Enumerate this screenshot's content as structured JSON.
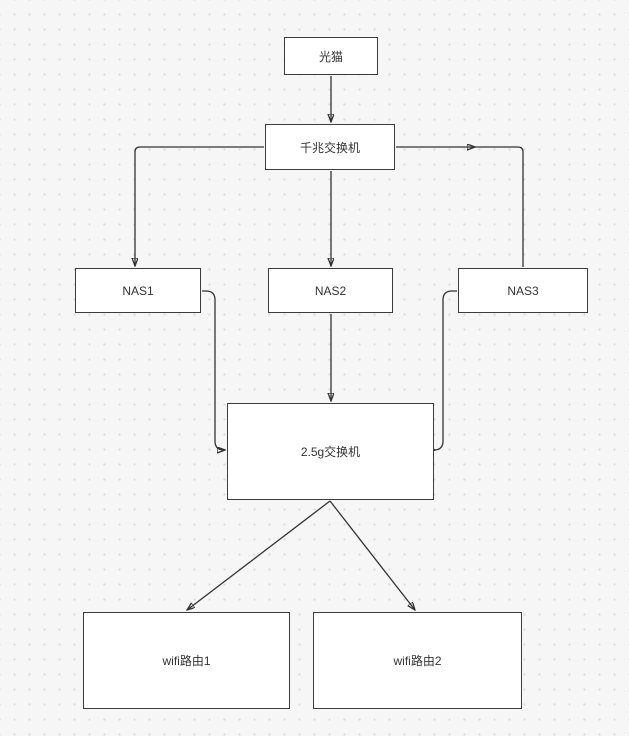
{
  "canvas": {
    "background_color": "#f6f6f7",
    "dot_color": "#d9d9d9",
    "stroke_color": "#333333",
    "node_fill": "#ffffff"
  },
  "diagram": {
    "nodes": {
      "modem": {
        "label": "光猫"
      },
      "gigabit_switch": {
        "label": "千兆交换机"
      },
      "nas1": {
        "label": "NAS1"
      },
      "nas2": {
        "label": "NAS2"
      },
      "nas3": {
        "label": "NAS3"
      },
      "switch_2_5g": {
        "label": "2.5g交换机"
      },
      "wifi_router_1": {
        "label": "wifi路由1"
      },
      "wifi_router_2": {
        "label": "wifi路由2"
      }
    },
    "edges": [
      {
        "from": "modem",
        "to": "gigabit_switch"
      },
      {
        "from": "gigabit_switch",
        "to": "nas1"
      },
      {
        "from": "gigabit_switch",
        "to": "nas2"
      },
      {
        "from": "gigabit_switch",
        "to": "nas3"
      },
      {
        "from": "nas1",
        "to": "switch_2_5g"
      },
      {
        "from": "nas2",
        "to": "switch_2_5g"
      },
      {
        "from": "nas3",
        "to": "switch_2_5g"
      },
      {
        "from": "switch_2_5g",
        "to": "wifi_router_1"
      },
      {
        "from": "switch_2_5g",
        "to": "wifi_router_2"
      }
    ]
  }
}
